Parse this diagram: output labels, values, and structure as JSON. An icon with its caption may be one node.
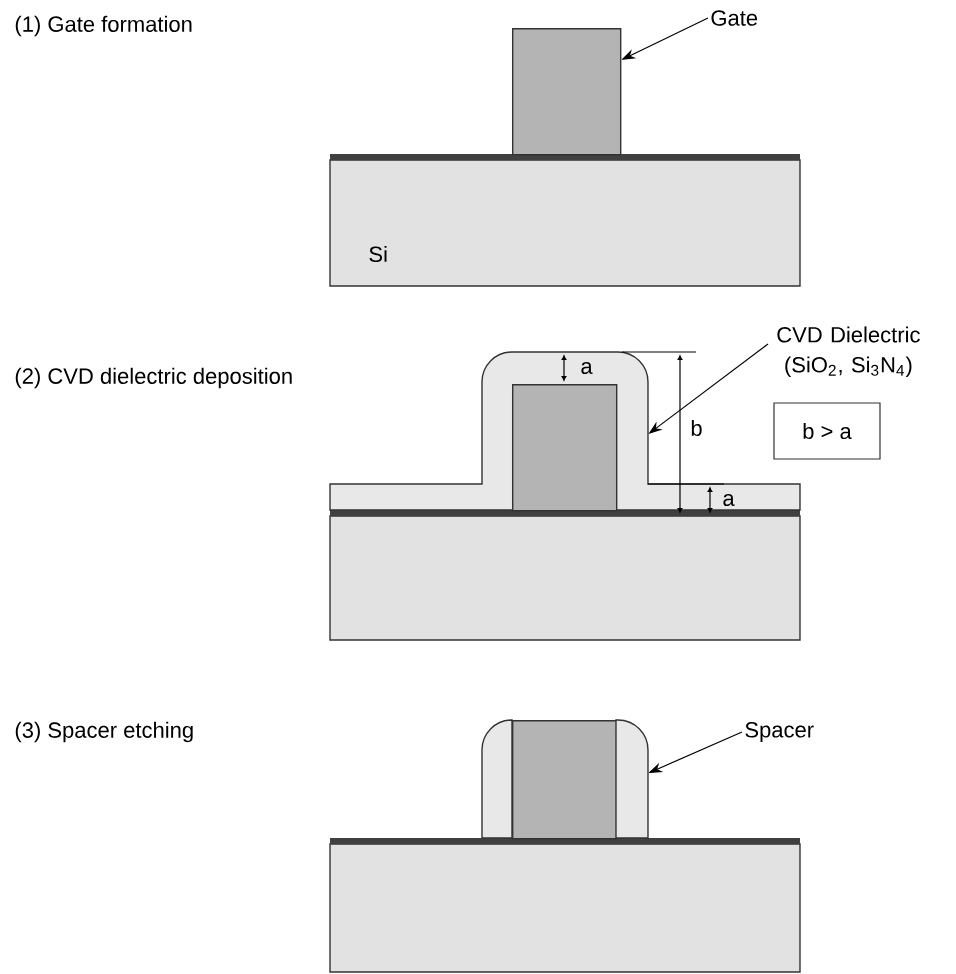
{
  "diagram": {
    "nodes": [
      {
        "text": [
          "Gate"
        ]
      },
      {
        "text": [],
        "shape": "box"
      },
      {
        "text": [
          "CVD Dielectric (SiO$_{2}$, Si$_{3}$N$_{4}$)"
        ]
      },
      {
        "text": [],
        "shape": "box"
      },
      {
        "text": [
          "b > a"
        ]
      },
      {
        "text": [
          "Spacer"
        ]
      },
      {
        "text": [],
        "shape": "box"
      },
      {
        "text": [],
        "shape": "box",
        "in": 3
      },
      {
        "text": [],
        "shape": "box"
      }
    ],
    "edges": [
      {
        "from": 0,
        "to": 1,
        "arrow": "to"
      },
      {
        "from": 2,
        "to": 3,
        "arrow": "to"
      },
      {
        "from": 5,
        "to": 6,
        "arrow": "to"
      }
    ],
    "labels": [
      "(1) Gate formation",
      "Si",
      "(2) CVD dielectric deposition",
      "a",
      "b",
      "a",
      "(3) Spacer etching"
    ]
  }
}
